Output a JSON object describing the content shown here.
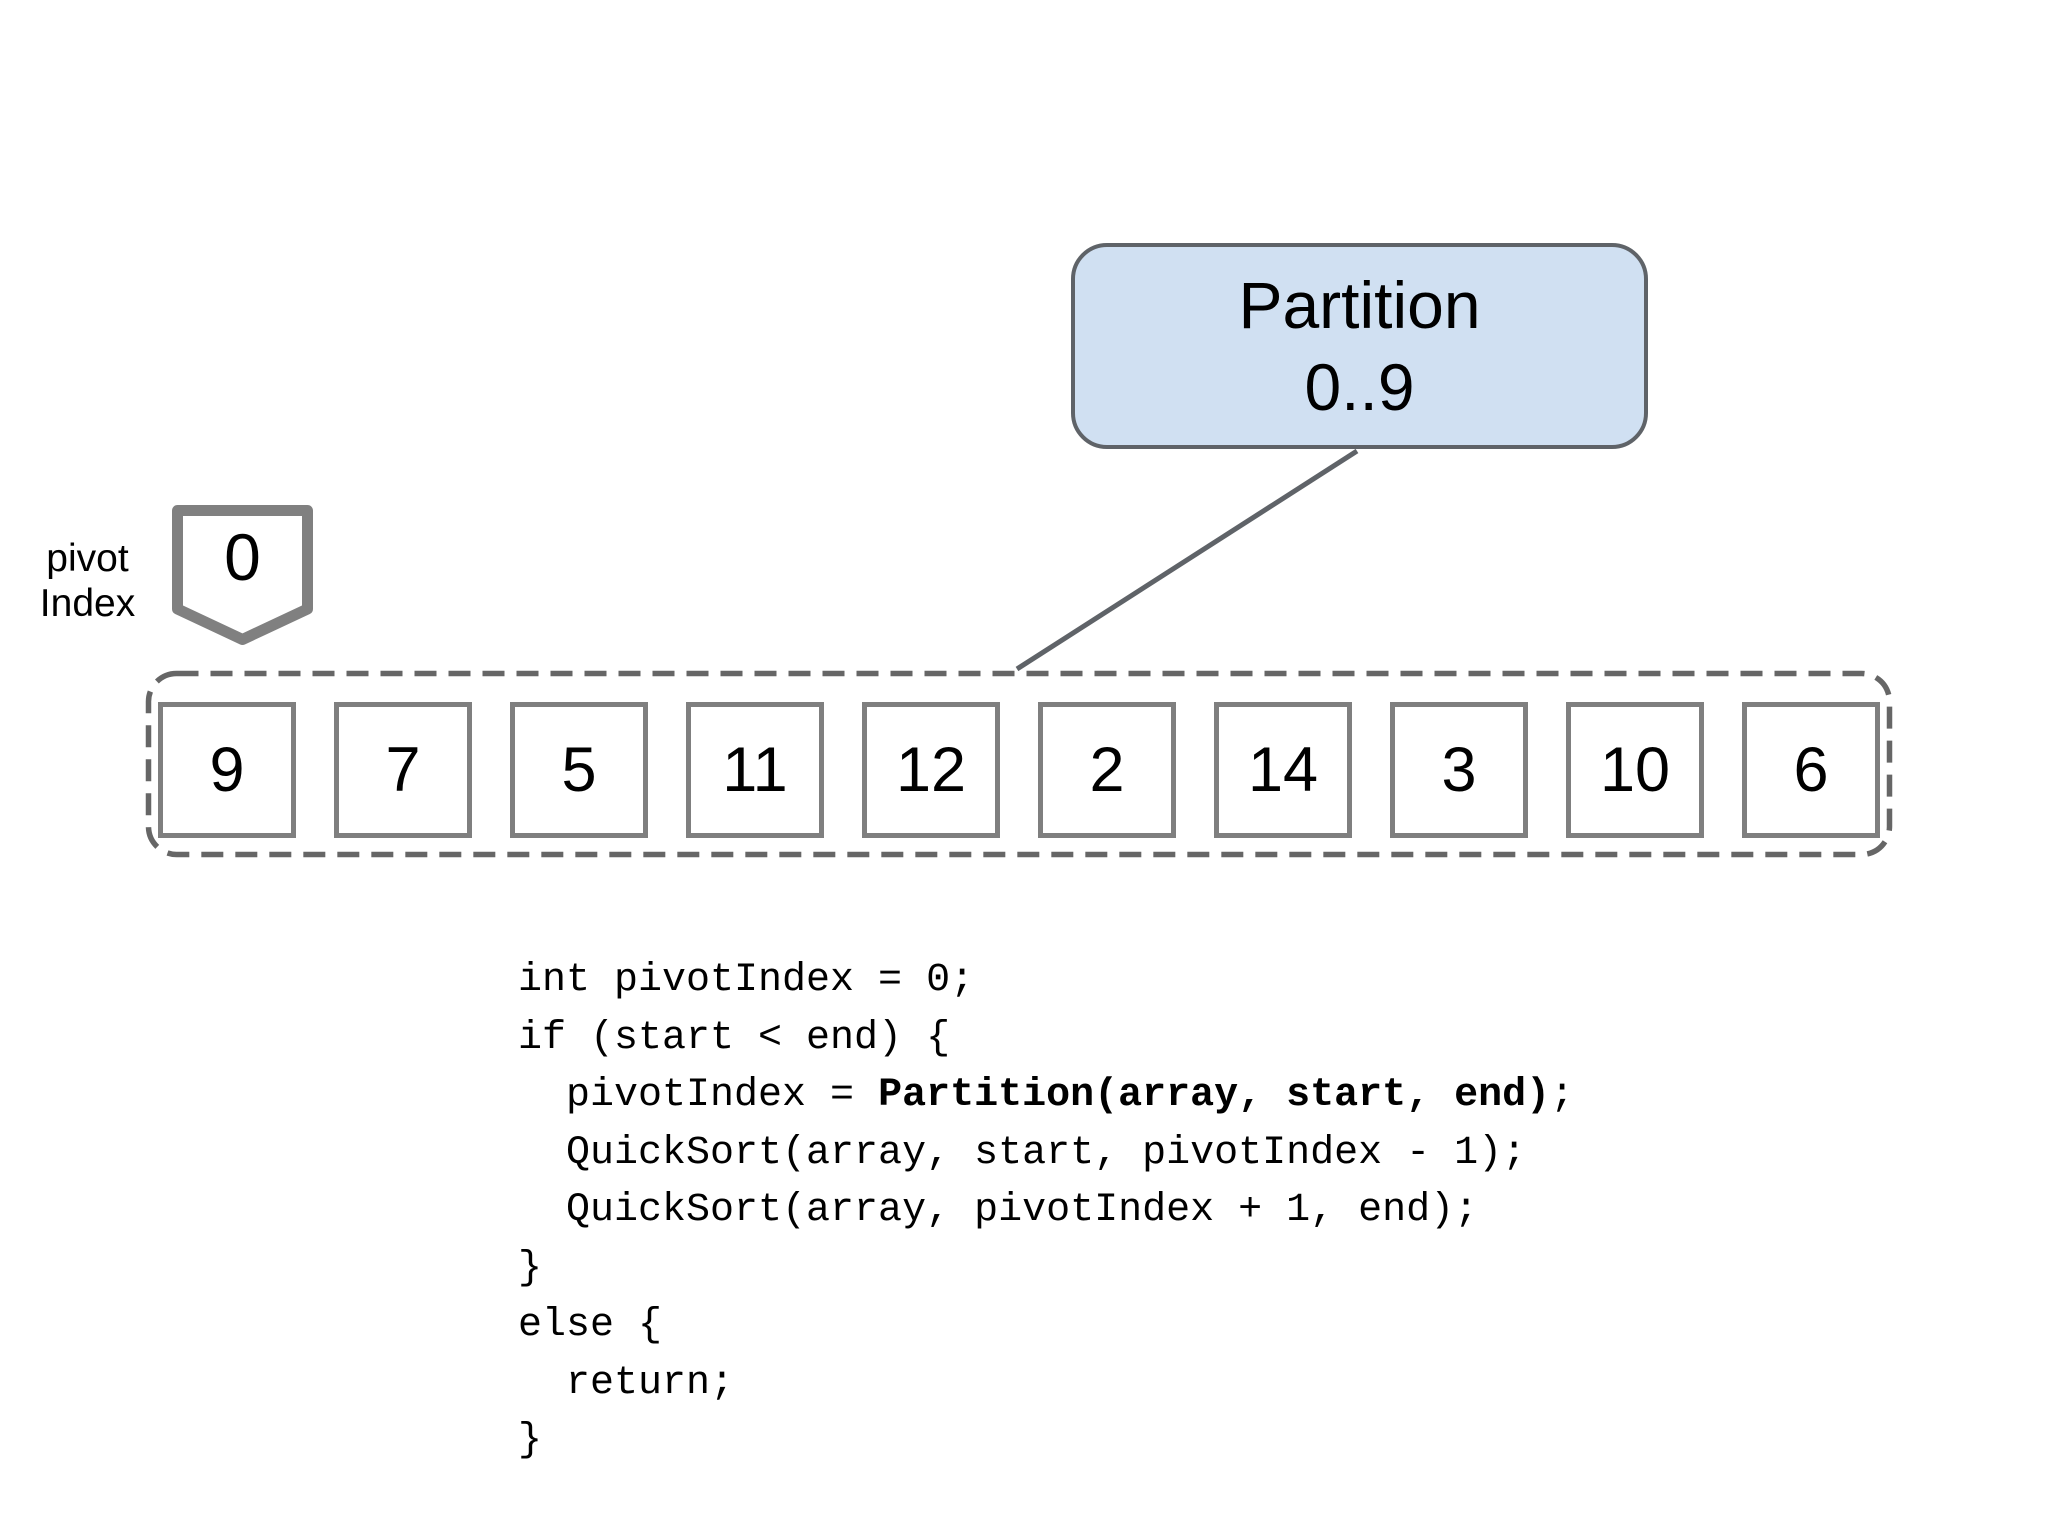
{
  "callout": {
    "title": "Partition",
    "range": "0..9"
  },
  "pivot_marker": {
    "label_lines": [
      "pivot",
      "Index"
    ],
    "value": "0"
  },
  "array": {
    "values": [
      "9",
      "7",
      "5",
      "11",
      "12",
      "2",
      "14",
      "3",
      "10",
      "6"
    ]
  },
  "code": {
    "lines": [
      {
        "segments": [
          {
            "text": "int pivotIndex = 0;",
            "bold": false
          }
        ]
      },
      {
        "segments": [
          {
            "text": "if (start < end) {",
            "bold": false
          }
        ]
      },
      {
        "segments": [
          {
            "text": "  pivotIndex = ",
            "bold": false
          },
          {
            "text": "Partition(array, start, end)",
            "bold": true
          },
          {
            "text": ";",
            "bold": false
          }
        ]
      },
      {
        "segments": [
          {
            "text": "  QuickSort(array, start, pivotIndex - 1);",
            "bold": false
          }
        ]
      },
      {
        "segments": [
          {
            "text": "  QuickSort(array, pivotIndex + 1, end);",
            "bold": false
          }
        ]
      },
      {
        "segments": [
          {
            "text": "}",
            "bold": false
          }
        ]
      },
      {
        "segments": [
          {
            "text": "else {",
            "bold": false
          }
        ]
      },
      {
        "segments": [
          {
            "text": "  return;",
            "bold": false
          }
        ]
      },
      {
        "segments": [
          {
            "text": "}",
            "bold": false
          }
        ]
      }
    ]
  },
  "colors": {
    "background": "#ffffff",
    "callout_fill": "#d0e0f2",
    "callout_border": "#5f6368",
    "connector": "#5f6368",
    "cell_border": "#7f7f7f",
    "dashed_border": "#666666",
    "pentagon_border": "#808080",
    "text": "#000000"
  }
}
